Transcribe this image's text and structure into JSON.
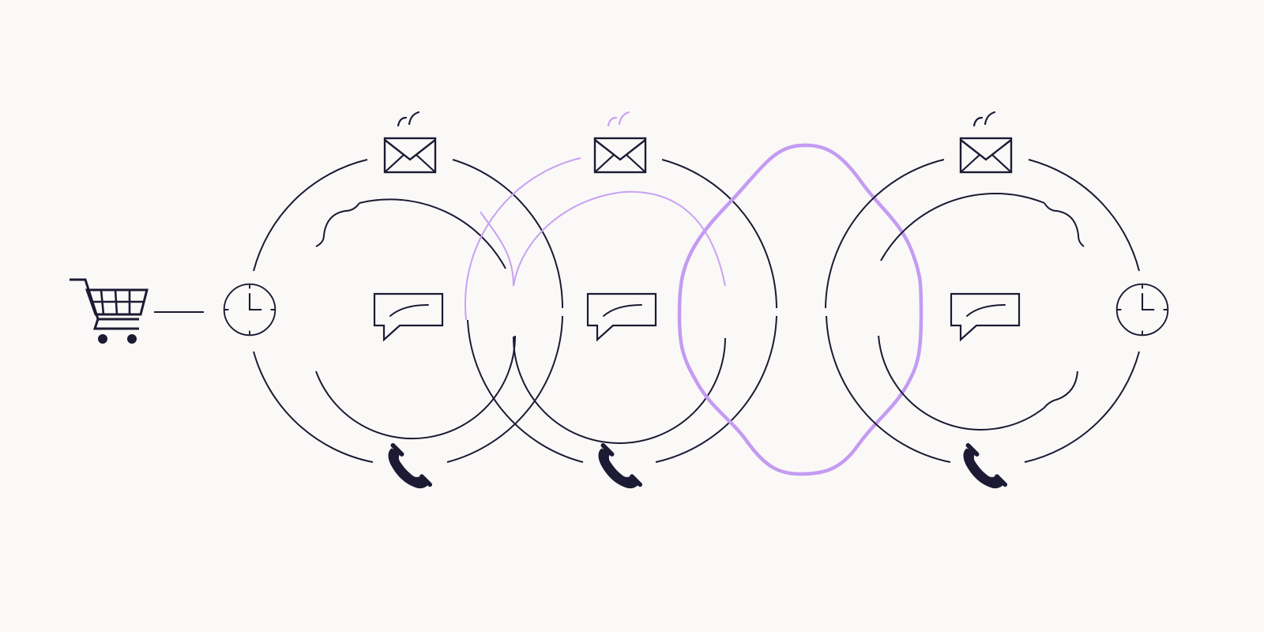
{
  "colors": {
    "background": "#faf9f8",
    "ink": "#1c1b33",
    "accent": "#c7a2f2",
    "accent_strong": "#c59bf2"
  },
  "diagram": {
    "start_icon": "shopping-cart-icon",
    "connector_icon": "clock-icon",
    "end_icon": "clock-icon",
    "stages": [
      {
        "id": "stage-1",
        "highlighted": false,
        "icons": [
          "envelope-icon",
          "speech-bubble-icon",
          "phone-icon"
        ]
      },
      {
        "id": "stage-2",
        "highlighted": true,
        "icons": [
          "envelope-icon",
          "speech-bubble-icon",
          "phone-icon"
        ]
      },
      {
        "id": "stage-3",
        "highlighted": false,
        "icons": [
          "envelope-icon",
          "speech-bubble-icon",
          "phone-icon"
        ]
      }
    ],
    "highlight_loop": "rounded-diamond-loop"
  }
}
